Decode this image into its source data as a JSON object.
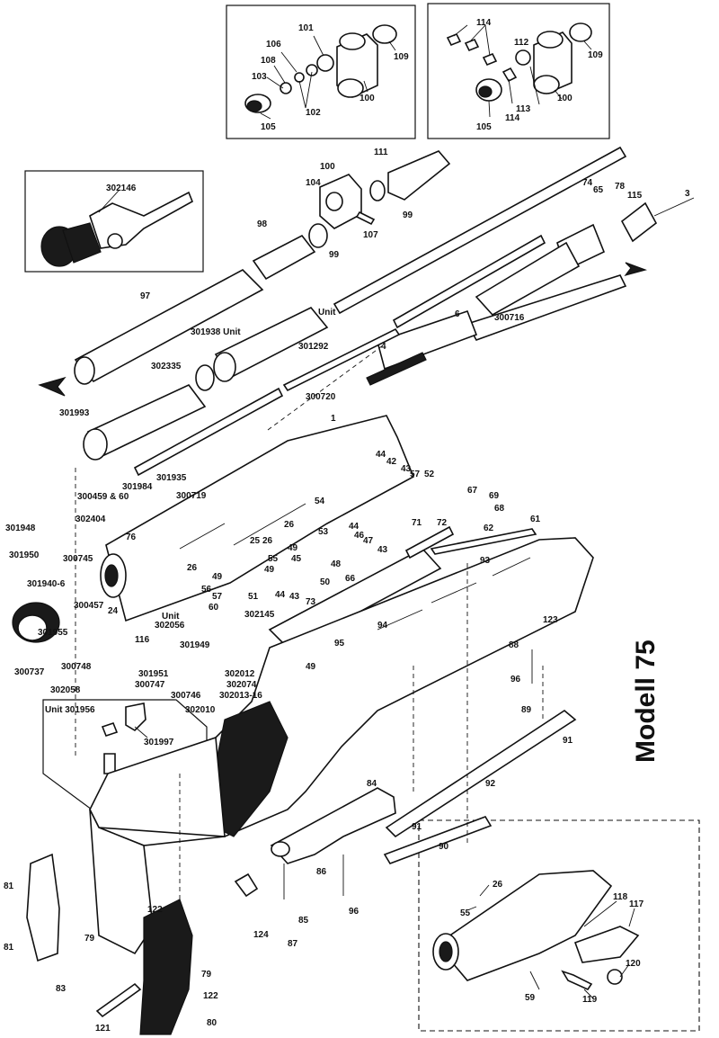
{
  "title": "Modell 75",
  "box_labels": {
    "unit_301956": "Unit 301956"
  },
  "labels": [
    {
      "key": "l101",
      "text": "101"
    },
    {
      "key": "l106",
      "text": "106"
    },
    {
      "key": "l108",
      "text": "108"
    },
    {
      "key": "l103",
      "text": "103"
    },
    {
      "key": "l102",
      "text": "102"
    },
    {
      "key": "l105a",
      "text": "105"
    },
    {
      "key": "l100a",
      "text": "100"
    },
    {
      "key": "l109a",
      "text": "109"
    },
    {
      "key": "l114a",
      "text": "114"
    },
    {
      "key": "l112",
      "text": "112"
    },
    {
      "key": "l113",
      "text": "113"
    },
    {
      "key": "l114b",
      "text": "114"
    },
    {
      "key": "l105b",
      "text": "105"
    },
    {
      "key": "l100b",
      "text": "100"
    },
    {
      "key": "l109b",
      "text": "109"
    },
    {
      "key": "l302146",
      "text": "302146"
    },
    {
      "key": "l111",
      "text": "111"
    },
    {
      "key": "l100c",
      "text": "100"
    },
    {
      "key": "l104",
      "text": "104"
    },
    {
      "key": "l99a",
      "text": "99"
    },
    {
      "key": "l107",
      "text": "107"
    },
    {
      "key": "l98",
      "text": "98"
    },
    {
      "key": "l99b",
      "text": "99"
    },
    {
      "key": "l74",
      "text": "74"
    },
    {
      "key": "l65",
      "text": "65"
    },
    {
      "key": "l78",
      "text": "78"
    },
    {
      "key": "l115",
      "text": "115"
    },
    {
      "key": "l3",
      "text": "3"
    },
    {
      "key": "l97",
      "text": "97"
    },
    {
      "key": "l301938",
      "text": "301938 Unit"
    },
    {
      "key": "lunit",
      "text": "Unit"
    },
    {
      "key": "l301292",
      "text": "301292"
    },
    {
      "key": "l300716",
      "text": "300716"
    },
    {
      "key": "l6",
      "text": "6"
    },
    {
      "key": "l4",
      "text": "4"
    },
    {
      "key": "l302335",
      "text": "302335"
    },
    {
      "key": "l300720",
      "text": "300720"
    },
    {
      "key": "l301993",
      "text": "301993"
    },
    {
      "key": "l1",
      "text": "1"
    },
    {
      "key": "l301935",
      "text": "301935"
    },
    {
      "key": "l301984",
      "text": "301984"
    },
    {
      "key": "l300459",
      "text": "300459 & 60"
    },
    {
      "key": "l300719",
      "text": "300719"
    },
    {
      "key": "l44a",
      "text": "44"
    },
    {
      "key": "l42",
      "text": "42"
    },
    {
      "key": "l43a",
      "text": "43"
    },
    {
      "key": "l57a",
      "text": "57"
    },
    {
      "key": "l52",
      "text": "52"
    },
    {
      "key": "l54",
      "text": "54"
    },
    {
      "key": "l67",
      "text": "67"
    },
    {
      "key": "l69",
      "text": "69"
    },
    {
      "key": "l68",
      "text": "68"
    },
    {
      "key": "l302404",
      "text": "302404"
    },
    {
      "key": "l301948",
      "text": "301948"
    },
    {
      "key": "l76",
      "text": "76"
    },
    {
      "key": "l300745",
      "text": "300745"
    },
    {
      "key": "l301950",
      "text": "301950"
    },
    {
      "key": "l301940",
      "text": "301940-6"
    },
    {
      "key": "l26a",
      "text": "26"
    },
    {
      "key": "l25",
      "text": "25"
    },
    {
      "key": "l26b",
      "text": "26"
    },
    {
      "key": "l53",
      "text": "53"
    },
    {
      "key": "l44b",
      "text": "44"
    },
    {
      "key": "l46",
      "text": "46"
    },
    {
      "key": "l47",
      "text": "47"
    },
    {
      "key": "l43b",
      "text": "43"
    },
    {
      "key": "l71",
      "text": "71"
    },
    {
      "key": "l72",
      "text": "72"
    },
    {
      "key": "l61",
      "text": "61"
    },
    {
      "key": "l62",
      "text": "62"
    },
    {
      "key": "l49a",
      "text": "49"
    },
    {
      "key": "l55",
      "text": "55"
    },
    {
      "key": "l49b",
      "text": "49"
    },
    {
      "key": "l45",
      "text": "45"
    },
    {
      "key": "l48",
      "text": "48"
    },
    {
      "key": "l26c",
      "text": "26"
    },
    {
      "key": "l49c",
      "text": "49"
    },
    {
      "key": "l56",
      "text": "56"
    },
    {
      "key": "l57b",
      "text": "57"
    },
    {
      "key": "l51",
      "text": "51"
    },
    {
      "key": "l50",
      "text": "50"
    },
    {
      "key": "l66",
      "text": "66"
    },
    {
      "key": "l93",
      "text": "93"
    },
    {
      "key": "l60",
      "text": "60"
    },
    {
      "key": "l44c",
      "text": "44"
    },
    {
      "key": "l43c",
      "text": "43"
    },
    {
      "key": "l73",
      "text": "73"
    },
    {
      "key": "l300457",
      "text": "300457"
    },
    {
      "key": "l24",
      "text": "24"
    },
    {
      "key": "lunit2",
      "text": "Unit"
    },
    {
      "key": "l302056",
      "text": "302056"
    },
    {
      "key": "l302145",
      "text": "302145"
    },
    {
      "key": "l123",
      "text": "123"
    },
    {
      "key": "l301955",
      "text": "301955"
    },
    {
      "key": "l116",
      "text": "116"
    },
    {
      "key": "l94",
      "text": "94"
    },
    {
      "key": "l88",
      "text": "88"
    },
    {
      "key": "l301949",
      "text": "301949"
    },
    {
      "key": "l95",
      "text": "95"
    },
    {
      "key": "l300737",
      "text": "300737"
    },
    {
      "key": "l300748",
      "text": "300748"
    },
    {
      "key": "l301951",
      "text": "301951"
    },
    {
      "key": "l302012",
      "text": "302012"
    },
    {
      "key": "l302074",
      "text": "302074"
    },
    {
      "key": "l49d",
      "text": "49"
    },
    {
      "key": "l96a",
      "text": "96"
    },
    {
      "key": "l300747",
      "text": "300747"
    },
    {
      "key": "l302013",
      "text": "302013-16"
    },
    {
      "key": "l302058",
      "text": "302058"
    },
    {
      "key": "l300746",
      "text": "300746"
    },
    {
      "key": "l302010",
      "text": "302010"
    },
    {
      "key": "l89",
      "text": "89"
    },
    {
      "key": "l301997",
      "text": "301997"
    },
    {
      "key": "l91a",
      "text": "91"
    },
    {
      "key": "l84",
      "text": "84"
    },
    {
      "key": "l92",
      "text": "92"
    },
    {
      "key": "l91b",
      "text": "91"
    },
    {
      "key": "l90",
      "text": "90"
    },
    {
      "key": "l86",
      "text": "86"
    },
    {
      "key": "l26d",
      "text": "26"
    },
    {
      "key": "l118",
      "text": "118"
    },
    {
      "key": "l117",
      "text": "117"
    },
    {
      "key": "l81a",
      "text": "81"
    },
    {
      "key": "l122a",
      "text": "122"
    },
    {
      "key": "l124",
      "text": "124"
    },
    {
      "key": "l85",
      "text": "85"
    },
    {
      "key": "l96b",
      "text": "96"
    },
    {
      "key": "l55b",
      "text": "55"
    },
    {
      "key": "l79a",
      "text": "79"
    },
    {
      "key": "l87",
      "text": "87"
    },
    {
      "key": "l81b",
      "text": "81"
    },
    {
      "key": "l79b",
      "text": "79"
    },
    {
      "key": "l120",
      "text": "120"
    },
    {
      "key": "l83",
      "text": "83"
    },
    {
      "key": "l122b",
      "text": "122"
    },
    {
      "key": "l59",
      "text": "59"
    },
    {
      "key": "l119",
      "text": "119"
    },
    {
      "key": "l121",
      "text": "121"
    },
    {
      "key": "l80",
      "text": "80"
    }
  ]
}
